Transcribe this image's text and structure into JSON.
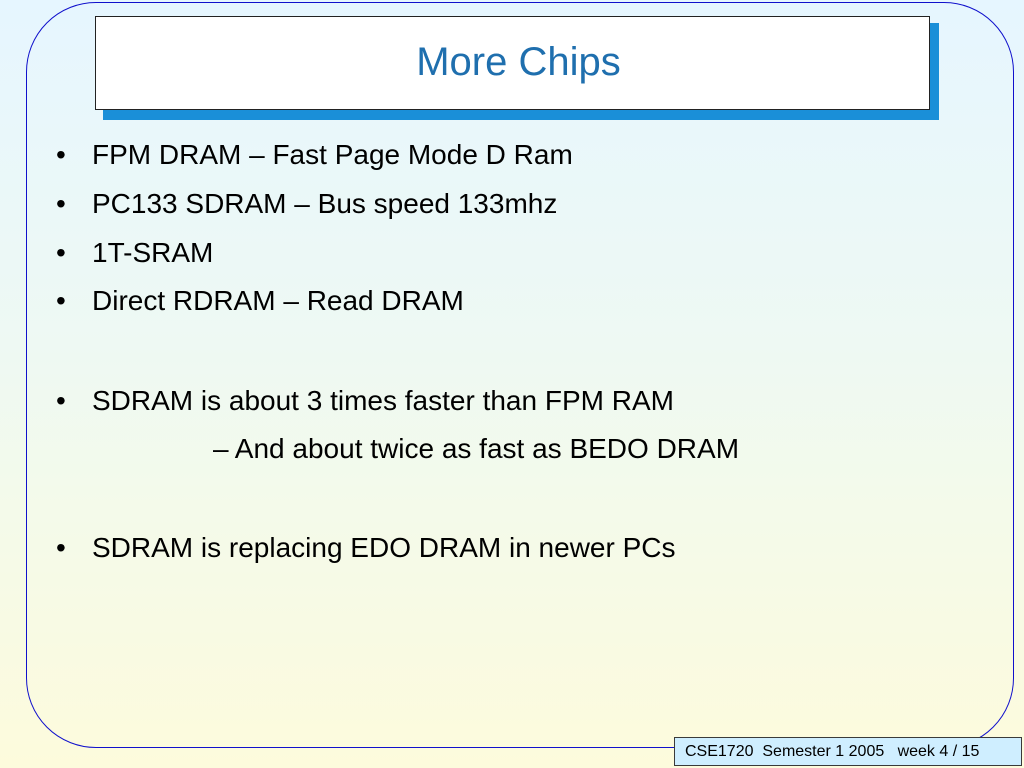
{
  "slide": {
    "title": "More Chips",
    "bullet_char": "•",
    "bullets": [
      "FPM DRAM – Fast Page Mode D Ram",
      "PC133 SDRAM – Bus speed 133mhz",
      "1T-SRAM",
      "Direct RDRAM – Read DRAM",
      "SDRAM is about 3 times faster than FPM RAM",
      "SDRAM is replacing EDO DRAM in newer PCs"
    ],
    "sub_bullet": "– And about twice as fast as BEDO DRAM",
    "footer": "CSE1720  Semester 1 2005   week 4 / 15"
  },
  "colors": {
    "title_text": "#1f6fae",
    "title_shadow": "#1a8fd8",
    "frame_border": "#1010cc",
    "footer_bg": "#cfeeff"
  }
}
